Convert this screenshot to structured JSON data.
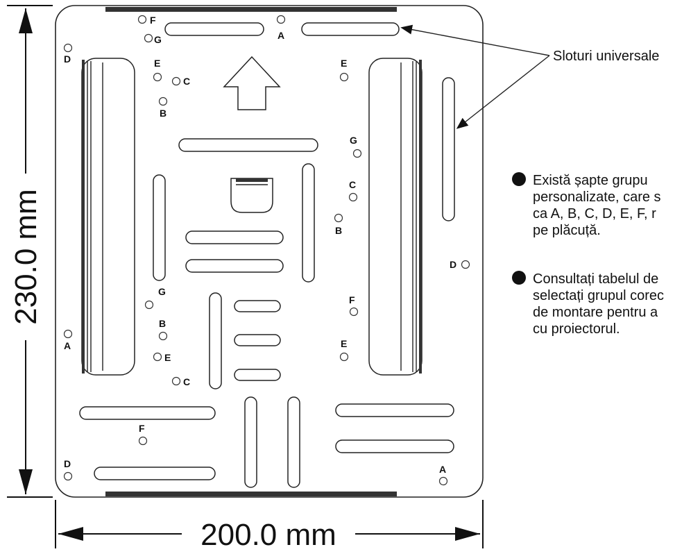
{
  "dimensions": {
    "height_label": "230.0 mm",
    "width_label": "200.0 mm"
  },
  "callout": {
    "label": "Sloturi universale"
  },
  "notes": [
    {
      "lines": [
        "Există șapte grupu",
        "personalizate, care s",
        "ca A, B, C, D, E, F, r",
        "pe plăcuță."
      ]
    },
    {
      "lines": [
        "Consultați tabelul de",
        "selectați grupul corec",
        "de montare pentru a",
        "cu proiectorul."
      ]
    }
  ],
  "hole_labels": {
    "a": "A",
    "b": "B",
    "c": "C",
    "d": "D",
    "e": "E",
    "f": "F",
    "g": "G"
  },
  "colors": {
    "line": "#222222",
    "background": "#ffffff"
  }
}
